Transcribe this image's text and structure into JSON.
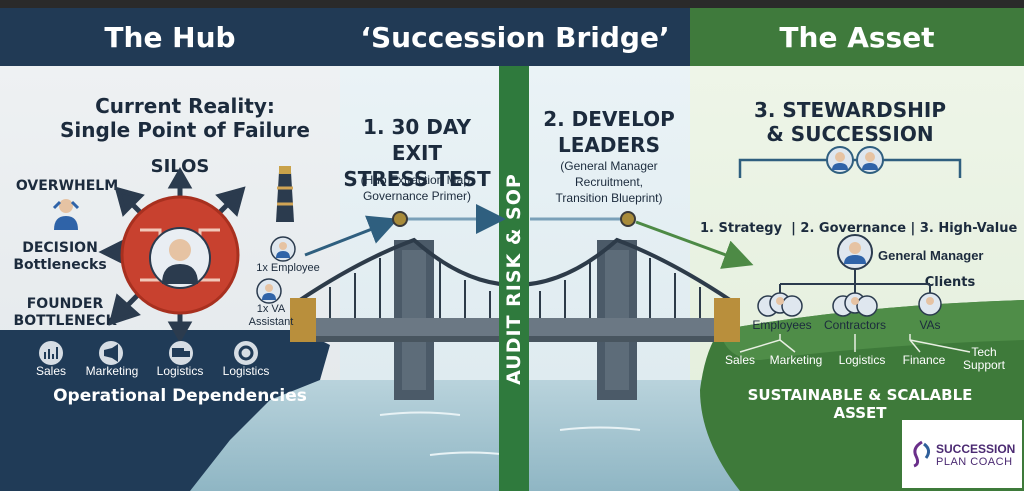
{
  "header": {
    "left_title": "The Hub",
    "center_title": "‘Succession Bridge’",
    "right_title": "The Asset"
  },
  "hub": {
    "title_line1": "Current Reality:",
    "title_line2": "Single Point of Failure",
    "silos": "SILOS",
    "overwhelm": "OVERWHELM",
    "decision_line1": "DECISION",
    "decision_line2": "Bottlenecks",
    "founder_line1": "FOUNDER",
    "founder_line2": "BOTTLENECK",
    "employee": "1x Employee",
    "va_line1": "1x VA",
    "va_line2": "Assistant",
    "dependencies": [
      "Sales",
      "Marketing",
      "Logistics",
      "Logistics"
    ],
    "dependencies_title": "Operational Dependencies"
  },
  "bridge": {
    "step1_line1": "1. 30 DAY EXIT",
    "step1_line2": "STRESS TEST",
    "step1_sub_line1": "(Hub Extraction Map,",
    "step1_sub_line2": "Governance Primer)",
    "pillar": "AUDIT RISK & SOP",
    "step2_line1": "2. DEVELOP",
    "step2_line2": "LEADERS",
    "step2_sub_line1": "(General Manager",
    "step2_sub_line2": "Recruitment,",
    "step2_sub_line3": "Transition Blueprint)"
  },
  "asset": {
    "title_line1": "3. STEWARDSHIP",
    "title_line2": "& SUCCESSION",
    "pillars_line1": "1. Strategy  | 2. Governance | 3. High-Value",
    "pillars_line2": "Clients",
    "gm": "General Manager",
    "groups": [
      "Employees",
      "Contractors",
      "VAs"
    ],
    "functions": [
      "Sales",
      "Marketing",
      "Logistics",
      "Finance"
    ],
    "tech_line1": "Tech",
    "tech_line2": "Support",
    "footer": "SUSTAINABLE & SCALABLE ASSET"
  },
  "logo": {
    "line1": "SUCCESSION",
    "line2": "PLAN COACH"
  },
  "colors": {
    "navy": "#213a55",
    "green": "#3f7a3c",
    "hub_red": "#c8412f",
    "river": "#9cc0ce"
  }
}
